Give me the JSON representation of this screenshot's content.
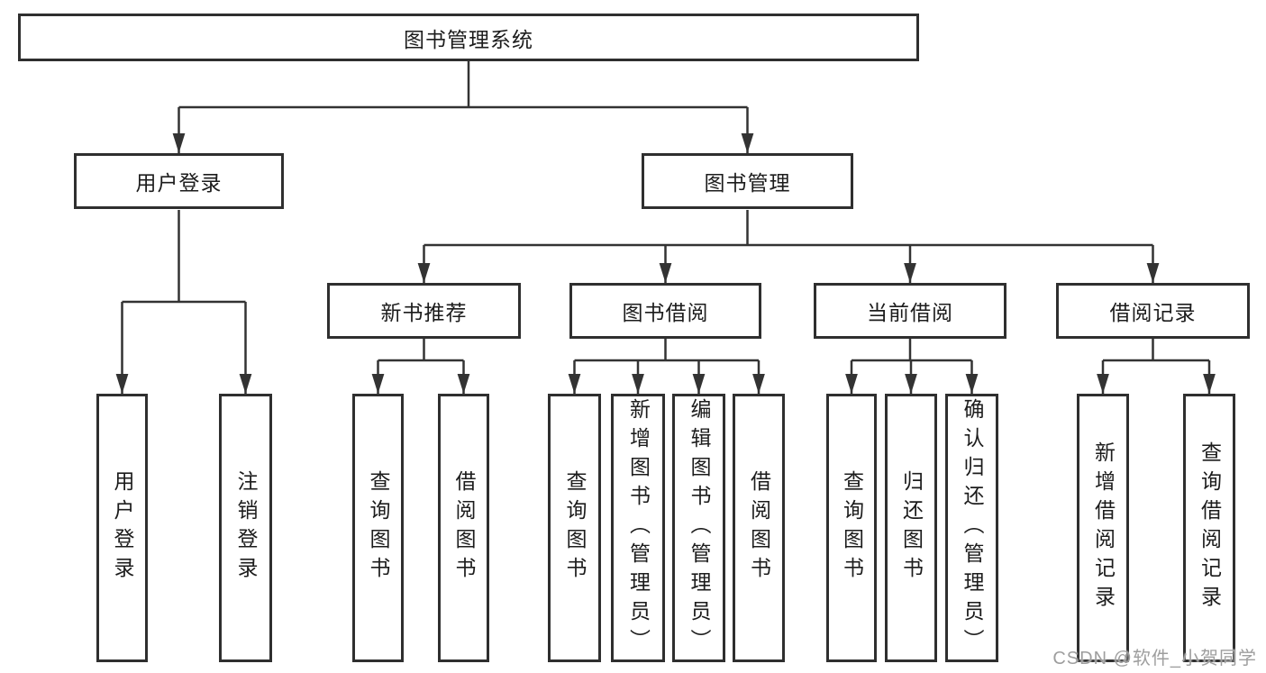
{
  "tree": {
    "root": {
      "label": "图书管理系统"
    },
    "branches": [
      {
        "label": "用户登录",
        "children": [
          {
            "label": "用户登录"
          },
          {
            "label": "注销登录"
          }
        ]
      },
      {
        "label": "图书管理",
        "children": [
          {
            "label": "新书推荐",
            "children": [
              {
                "label": "查询图书"
              },
              {
                "label": "借阅图书"
              }
            ]
          },
          {
            "label": "图书借阅",
            "children": [
              {
                "label": "查询图书"
              },
              {
                "label": "新增图书（管理员）"
              },
              {
                "label": "编辑图书（管理员）"
              },
              {
                "label": "借阅图书"
              }
            ]
          },
          {
            "label": "当前借阅",
            "children": [
              {
                "label": "查询图书"
              },
              {
                "label": "归还图书"
              },
              {
                "label": "确认归还（管理员）"
              }
            ]
          },
          {
            "label": "借阅记录",
            "children": [
              {
                "label": "新增借阅记录"
              },
              {
                "label": "查询借阅记录"
              }
            ]
          }
        ]
      }
    ]
  },
  "watermark": {
    "text": "CSDN @软件_小贺同学",
    "color": "#9e9e9e"
  },
  "colors": {
    "line": "#333333",
    "box_border": "#2f2f2f",
    "text": "#1c1c1c",
    "background": "#ffffff"
  }
}
